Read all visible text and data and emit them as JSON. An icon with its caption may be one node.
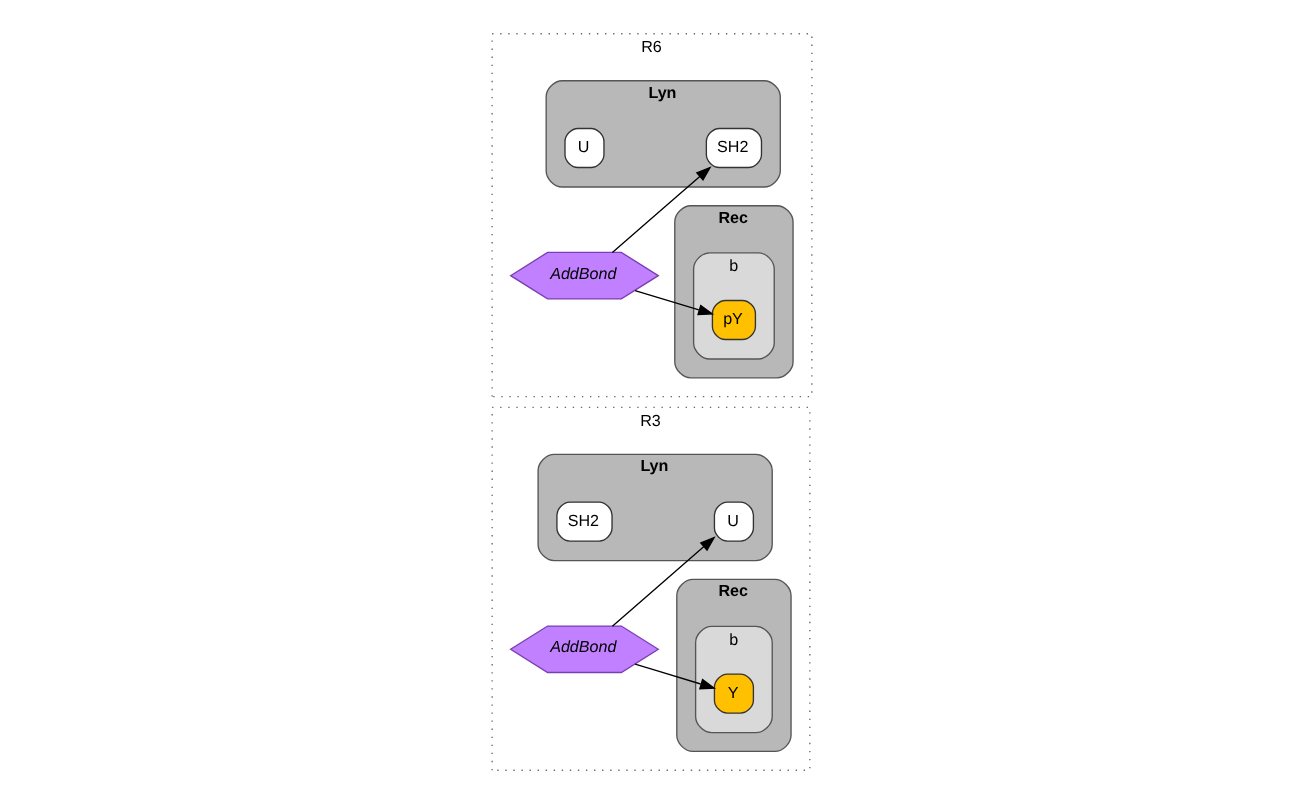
{
  "diagram": {
    "nodes": [
      {
        "text": [
          "R3"
        ]
      },
      {
        "text": [
          "Rec"
        ],
        "in": 0
      },
      {
        "text": [
          "b"
        ],
        "in": 1
      },
      {
        "text": [
          "Y"
        ],
        "in": 2
      },
      {
        "text": [
          "AddBond"
        ],
        "in": 0
      },
      {
        "text": [
          "Lyn"
        ],
        "in": 0
      },
      {
        "text": [
          "U"
        ],
        "in": 5
      },
      {
        "text": [
          "SH2"
        ],
        "in": 5
      },
      {
        "text": [
          "R6"
        ]
      },
      {
        "text": [
          "Rec"
        ],
        "in": 8
      },
      {
        "text": [
          "b"
        ],
        "in": 9
      },
      {
        "text": [
          "pY"
        ],
        "in": 10
      },
      {
        "text": [
          "AddBond"
        ],
        "in": 8
      },
      {
        "text": [
          "Lyn"
        ],
        "in": 8
      },
      {
        "text": [
          "U"
        ],
        "in": 13
      },
      {
        "text": [
          "SH2"
        ],
        "in": 13
      }
    ],
    "edges": [
      {
        "from": 4,
        "to": 3,
        "arrow": "to"
      },
      {
        "from": 4,
        "to": 6,
        "arrow": "to"
      },
      {
        "from": 12,
        "to": 11,
        "arrow": "to"
      },
      {
        "from": 12,
        "to": 15,
        "arrow": "to"
      }
    ]
  }
}
